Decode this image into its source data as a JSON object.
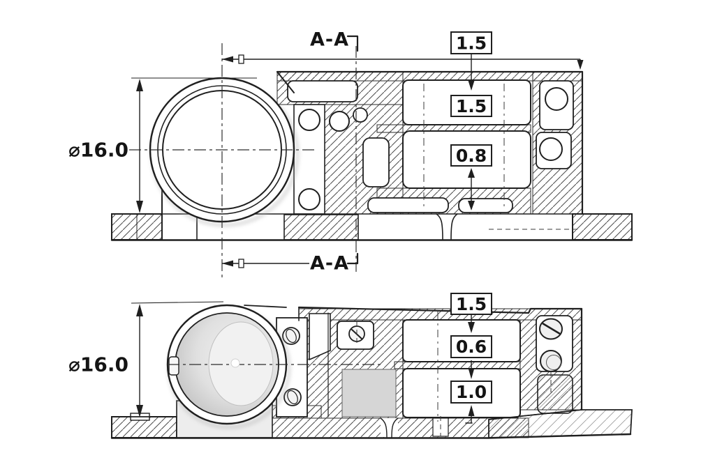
{
  "drawing": {
    "type": "sectional technical drawing, two section views of a machined housing",
    "background_color": "#ffffff",
    "line_color": "#1f1f1f",
    "hatch_color": "#4c4c4c"
  },
  "top_view": {
    "name": "orthographic section view A-A",
    "section_label_top": "A-A",
    "section_label_bottom": "A-A",
    "diameter_label": "⌀16.0",
    "dims": {
      "overall": "1.5",
      "upper_cavity": "1.5",
      "lower_cavity": "0.8"
    }
  },
  "bottom_view": {
    "name": "pictorial cutaway section view",
    "diameter_label": "⌀16.0",
    "dims": {
      "wall_top": "1.5",
      "upper_cavity": "0.6",
      "lower_cavity": "1.0"
    }
  }
}
